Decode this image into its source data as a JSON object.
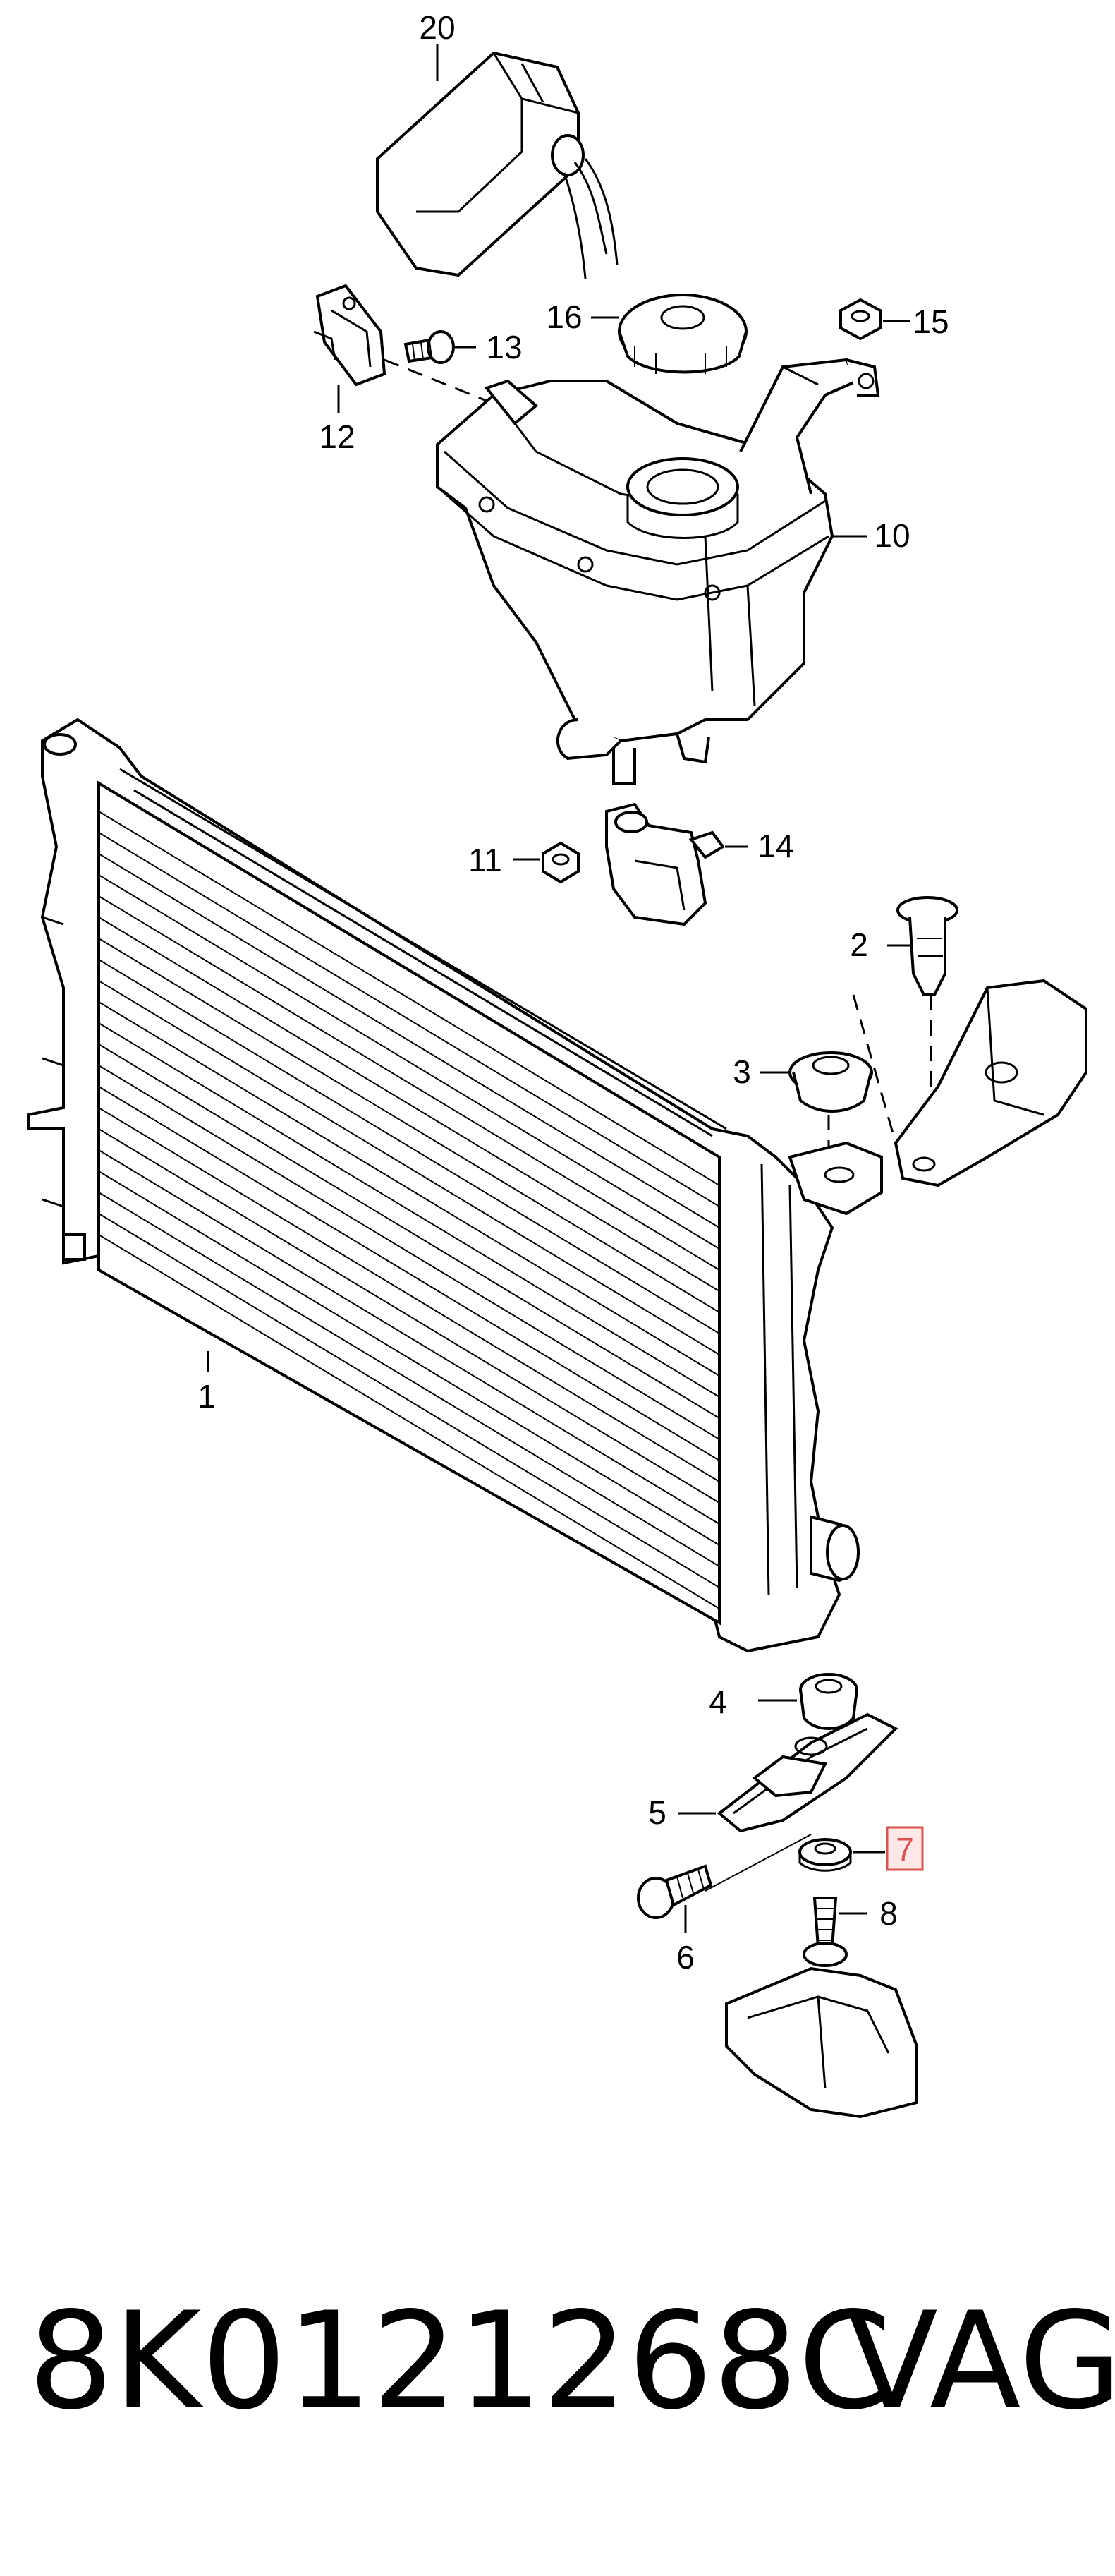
{
  "diagram": {
    "parts": [
      {
        "id": "1",
        "label": "1"
      },
      {
        "id": "2",
        "label": "2"
      },
      {
        "id": "3",
        "label": "3"
      },
      {
        "id": "4",
        "label": "4"
      },
      {
        "id": "5",
        "label": "5"
      },
      {
        "id": "6",
        "label": "6"
      },
      {
        "id": "7",
        "label": "7",
        "highlighted": true
      },
      {
        "id": "8",
        "label": "8"
      },
      {
        "id": "10",
        "label": "10"
      },
      {
        "id": "11",
        "label": "11"
      },
      {
        "id": "12",
        "label": "12"
      },
      {
        "id": "13",
        "label": "13"
      },
      {
        "id": "14",
        "label": "14"
      },
      {
        "id": "15",
        "label": "15"
      },
      {
        "id": "16",
        "label": "16"
      },
      {
        "id": "20",
        "label": "20"
      }
    ],
    "highlight_color": "#d9534f"
  },
  "footer": {
    "part_number": "8K0121268C",
    "brand": "VAG"
  }
}
